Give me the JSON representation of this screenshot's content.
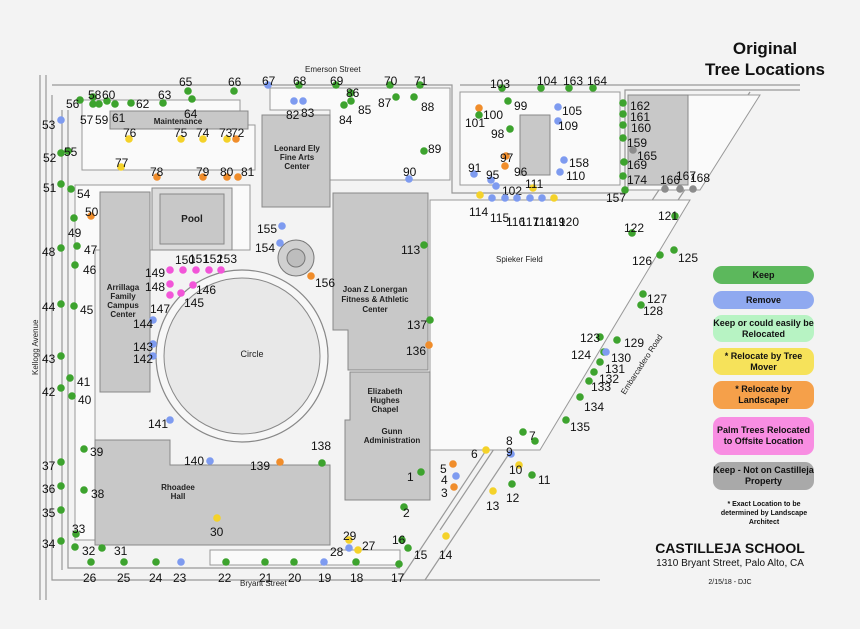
{
  "title": {
    "line1": "Original",
    "line2": "Tree Locations"
  },
  "legend": [
    {
      "label": "Keep",
      "color": "#5cb85c",
      "status": "keep"
    },
    {
      "label": "Remove",
      "color": "#8fa9f0",
      "status": "remove"
    },
    {
      "label": "Keep or could easily be Relocated",
      "color": "#b7f3c3",
      "status": "relocatable"
    },
    {
      "label": "* Relocate by Tree Mover",
      "color": "#f6e25a",
      "status": "tree-mover"
    },
    {
      "label": "* Relocate by Landscaper",
      "color": "#f5a04a",
      "status": "landscaper"
    },
    {
      "label": "Palm Trees Relocated to Offsite Location",
      "color": "#f88de2",
      "status": "palm"
    },
    {
      "label": "Keep - Not on Castilleja Property",
      "color": "#a9a9a9",
      "status": "not-property"
    }
  ],
  "note": "* Exact Location to be determined by Landscape Architect",
  "school": {
    "name": "CASTILLEJA SCHOOL",
    "address": "1310 Bryant Street, Palo Alto, CA",
    "date": "2/15/18 - DJC"
  },
  "streets": {
    "emerson": "Emerson Street",
    "kellogg": "Kellogg Avenue",
    "bryant": "Bryant Street",
    "embarcadero": "Embarcadero Road",
    "spieker": "Spieker Field"
  },
  "buildings": {
    "maintenance": "Maintenance",
    "pool": "Pool",
    "arrillaga": [
      "Arrillaga",
      "Family",
      "Campus",
      "Center"
    ],
    "leonard": [
      "Leonard Ely",
      "Fine Arts",
      "Center"
    ],
    "lonergan": [
      "Joan Z Lonergan",
      "Fitness & Athletic",
      "Center"
    ],
    "circle": "Circle",
    "chapel": [
      "Elizabeth",
      "Hughes",
      "Chapel"
    ],
    "gunn": [
      "Gunn",
      "Administration"
    ],
    "rhoadee": [
      "Rhoadee",
      "Hall"
    ]
  },
  "colors": {
    "keep": "#3da32e",
    "remove": "#7e9bf0",
    "mover": "#f4d22a",
    "landscaper": "#f08d2b",
    "palm": "#f255d8",
    "offsite": "#8c8c8c"
  },
  "trees": [
    {
      "n": "1",
      "s": "keep"
    },
    {
      "n": "2",
      "s": "keep"
    },
    {
      "n": "3",
      "s": "landscaper"
    },
    {
      "n": "4",
      "s": "remove"
    },
    {
      "n": "5",
      "s": "landscaper"
    },
    {
      "n": "6",
      "s": "mover"
    },
    {
      "n": "7",
      "s": "keep"
    },
    {
      "n": "8",
      "s": "keep"
    },
    {
      "n": "9",
      "s": "remove"
    },
    {
      "n": "10",
      "s": "mover"
    },
    {
      "n": "11",
      "s": "keep"
    },
    {
      "n": "12",
      "s": "keep"
    },
    {
      "n": "13",
      "s": "mover"
    },
    {
      "n": "14",
      "s": "mover"
    },
    {
      "n": "15",
      "s": "keep"
    },
    {
      "n": "16",
      "s": "keep"
    },
    {
      "n": "17",
      "s": "keep"
    },
    {
      "n": "18",
      "s": "keep"
    },
    {
      "n": "19",
      "s": "remove"
    },
    {
      "n": "20",
      "s": "keep"
    },
    {
      "n": "21",
      "s": "keep"
    },
    {
      "n": "22",
      "s": "keep"
    },
    {
      "n": "23",
      "s": "remove"
    },
    {
      "n": "24",
      "s": "keep"
    },
    {
      "n": "25",
      "s": "keep"
    },
    {
      "n": "26",
      "s": "keep"
    },
    {
      "n": "27",
      "s": "mover"
    },
    {
      "n": "28",
      "s": "remove"
    },
    {
      "n": "29",
      "s": "mover"
    },
    {
      "n": "30",
      "s": "mover"
    },
    {
      "n": "31",
      "s": "keep"
    },
    {
      "n": "32",
      "s": "keep"
    },
    {
      "n": "33",
      "s": "keep"
    },
    {
      "n": "34",
      "s": "keep"
    },
    {
      "n": "35",
      "s": "keep"
    },
    {
      "n": "36",
      "s": "keep"
    },
    {
      "n": "37",
      "s": "keep"
    },
    {
      "n": "38",
      "s": "keep"
    },
    {
      "n": "39",
      "s": "keep"
    },
    {
      "n": "40",
      "s": "keep"
    },
    {
      "n": "41",
      "s": "keep"
    },
    {
      "n": "42",
      "s": "keep"
    },
    {
      "n": "43",
      "s": "keep"
    },
    {
      "n": "44",
      "s": "keep"
    },
    {
      "n": "45",
      "s": "keep"
    },
    {
      "n": "46",
      "s": "keep"
    },
    {
      "n": "47",
      "s": "keep"
    },
    {
      "n": "48",
      "s": "keep"
    },
    {
      "n": "49",
      "s": "keep"
    },
    {
      "n": "50",
      "s": "landscaper"
    },
    {
      "n": "51",
      "s": "keep"
    },
    {
      "n": "52",
      "s": "keep"
    },
    {
      "n": "53",
      "s": "remove"
    },
    {
      "n": "54",
      "s": "keep"
    },
    {
      "n": "55",
      "s": "keep"
    },
    {
      "n": "56",
      "s": "keep"
    },
    {
      "n": "57",
      "s": "keep"
    },
    {
      "n": "58",
      "s": "keep"
    },
    {
      "n": "59",
      "s": "keep"
    },
    {
      "n": "60",
      "s": "keep"
    },
    {
      "n": "61",
      "s": "keep"
    },
    {
      "n": "62",
      "s": "keep"
    },
    {
      "n": "63",
      "s": "keep"
    },
    {
      "n": "64",
      "s": "keep"
    },
    {
      "n": "65",
      "s": "keep"
    },
    {
      "n": "66",
      "s": "keep"
    },
    {
      "n": "67",
      "s": "remove"
    },
    {
      "n": "68",
      "s": "keep"
    },
    {
      "n": "69",
      "s": "keep"
    },
    {
      "n": "70",
      "s": "keep"
    },
    {
      "n": "71",
      "s": "keep"
    },
    {
      "n": "72",
      "s": "landscaper"
    },
    {
      "n": "73",
      "s": "mover"
    },
    {
      "n": "74",
      "s": "mover"
    },
    {
      "n": "75",
      "s": "mover"
    },
    {
      "n": "76",
      "s": "mover"
    },
    {
      "n": "77",
      "s": "mover"
    },
    {
      "n": "78",
      "s": "landscaper"
    },
    {
      "n": "79",
      "s": "landscaper"
    },
    {
      "n": "80",
      "s": "landscaper"
    },
    {
      "n": "81",
      "s": "landscaper"
    },
    {
      "n": "82",
      "s": "remove"
    },
    {
      "n": "83",
      "s": "remove"
    },
    {
      "n": "84",
      "s": "keep"
    },
    {
      "n": "85",
      "s": "keep"
    },
    {
      "n": "86",
      "s": "keep"
    },
    {
      "n": "87",
      "s": "keep"
    },
    {
      "n": "88",
      "s": "keep"
    },
    {
      "n": "89",
      "s": "keep"
    },
    {
      "n": "90",
      "s": "remove"
    },
    {
      "n": "91",
      "s": "remove"
    },
    {
      "n": "95",
      "s": "remove"
    },
    {
      "n": "96",
      "s": "landscaper"
    },
    {
      "n": "97",
      "s": "landscaper"
    },
    {
      "n": "98",
      "s": "keep"
    },
    {
      "n": "99",
      "s": "keep"
    },
    {
      "n": "100",
      "s": "landscaper"
    },
    {
      "n": "101",
      "s": "keep"
    },
    {
      "n": "102",
      "s": "remove"
    },
    {
      "n": "103",
      "s": "keep"
    },
    {
      "n": "104",
      "s": "keep"
    },
    {
      "n": "105",
      "s": "remove"
    },
    {
      "n": "109",
      "s": "remove"
    },
    {
      "n": "110",
      "s": "remove"
    },
    {
      "n": "111",
      "s": "mover"
    },
    {
      "n": "113",
      "s": "keep"
    },
    {
      "n": "114",
      "s": "mover"
    },
    {
      "n": "115",
      "s": "remove"
    },
    {
      "n": "116",
      "s": "remove"
    },
    {
      "n": "117",
      "s": "remove"
    },
    {
      "n": "118",
      "s": "remove"
    },
    {
      "n": "119",
      "s": "remove"
    },
    {
      "n": "120",
      "s": "mover"
    },
    {
      "n": "121",
      "s": "keep"
    },
    {
      "n": "122",
      "s": "keep"
    },
    {
      "n": "123",
      "s": "keep"
    },
    {
      "n": "124",
      "s": "keep"
    },
    {
      "n": "125",
      "s": "keep"
    },
    {
      "n": "126",
      "s": "keep"
    },
    {
      "n": "127",
      "s": "keep"
    },
    {
      "n": "128",
      "s": "keep"
    },
    {
      "n": "129",
      "s": "keep"
    },
    {
      "n": "130",
      "s": "remove"
    },
    {
      "n": "131",
      "s": "keep"
    },
    {
      "n": "132",
      "s": "keep"
    },
    {
      "n": "133",
      "s": "keep"
    },
    {
      "n": "134",
      "s": "keep"
    },
    {
      "n": "135",
      "s": "keep"
    },
    {
      "n": "136",
      "s": "landscaper"
    },
    {
      "n": "137",
      "s": "keep"
    },
    {
      "n": "138",
      "s": "keep"
    },
    {
      "n": "139",
      "s": "landscaper"
    },
    {
      "n": "140",
      "s": "remove"
    },
    {
      "n": "141",
      "s": "remove"
    },
    {
      "n": "142",
      "s": "remove"
    },
    {
      "n": "143",
      "s": "remove"
    },
    {
      "n": "144",
      "s": "remove"
    },
    {
      "n": "145",
      "s": "palm"
    },
    {
      "n": "146",
      "s": "palm"
    },
    {
      "n": "147",
      "s": "palm"
    },
    {
      "n": "148",
      "s": "palm"
    },
    {
      "n": "149",
      "s": "palm"
    },
    {
      "n": "150",
      "s": "palm"
    },
    {
      "n": "151",
      "s": "palm"
    },
    {
      "n": "152",
      "s": "palm"
    },
    {
      "n": "153",
      "s": "palm"
    },
    {
      "n": "154",
      "s": "remove"
    },
    {
      "n": "155",
      "s": "remove"
    },
    {
      "n": "156",
      "s": "landscaper"
    },
    {
      "n": "157",
      "s": "keep"
    },
    {
      "n": "158",
      "s": "remove"
    },
    {
      "n": "159",
      "s": "keep"
    },
    {
      "n": "160",
      "s": "keep"
    },
    {
      "n": "161",
      "s": "keep"
    },
    {
      "n": "162",
      "s": "keep"
    },
    {
      "n": "163",
      "s": "keep"
    },
    {
      "n": "164",
      "s": "keep"
    },
    {
      "n": "165",
      "s": "offsite"
    },
    {
      "n": "166",
      "s": "offsite"
    },
    {
      "n": "167",
      "s": "offsite"
    },
    {
      "n": "168",
      "s": "offsite"
    },
    {
      "n": "169",
      "s": "keep"
    },
    {
      "n": "174",
      "s": "keep"
    }
  ]
}
